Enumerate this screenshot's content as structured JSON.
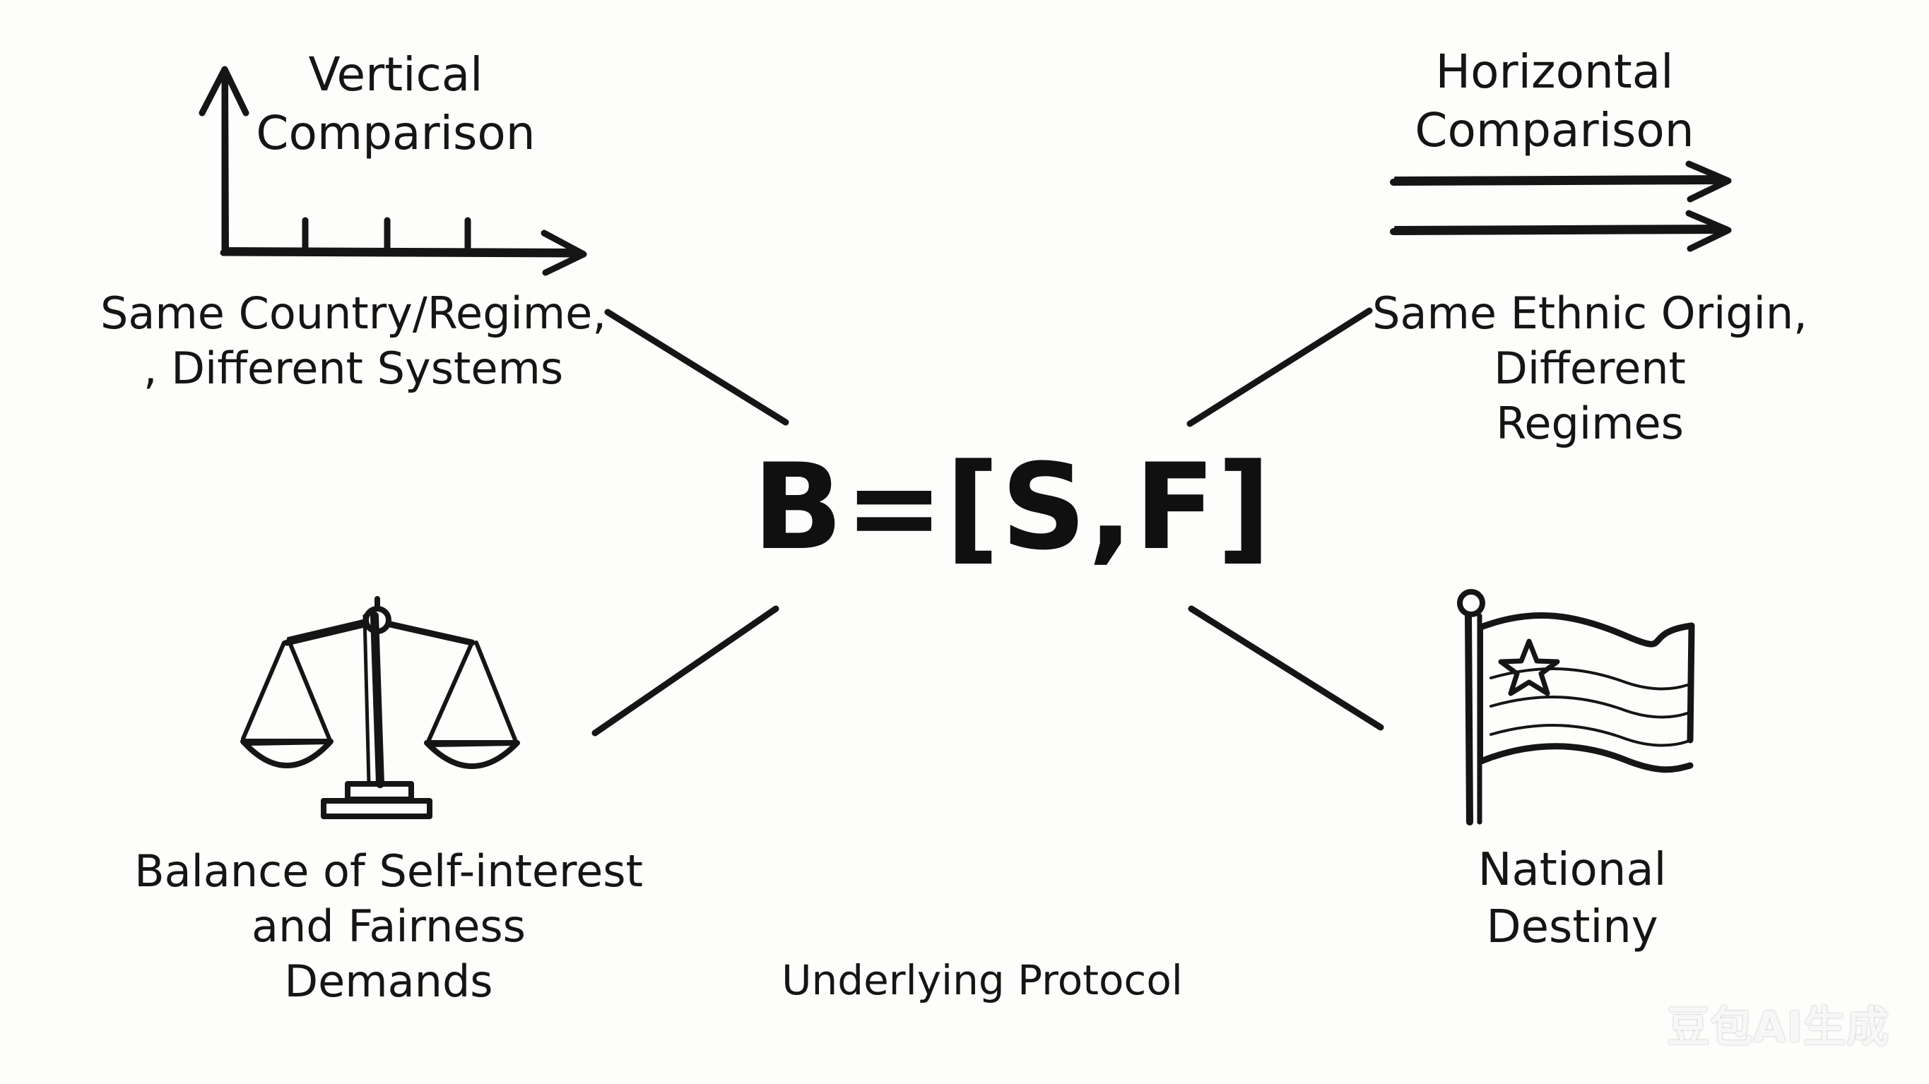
{
  "top_left": {
    "title_lines": [
      "Vertical",
      "Comparison"
    ],
    "caption_lines": [
      "Same Country/Regime,",
      ", Different Systems"
    ],
    "icon": "axes-chart-icon"
  },
  "top_right": {
    "title_lines": [
      "Horizontal",
      "Comparison"
    ],
    "caption_lines": [
      "Same Ethnic Origin,",
      "Different",
      "Regimes"
    ],
    "icon": "parallel-arrows-icon"
  },
  "center": {
    "formula": "B=[S,F]",
    "caption": "Underlying Protocol"
  },
  "bottom_left": {
    "caption_lines": [
      "Balance of Self-interest",
      "and Fairness",
      "Demands"
    ],
    "icon": "balance-scale-icon"
  },
  "bottom_right": {
    "caption_lines": [
      "National",
      "Destiny"
    ],
    "icon": "star-flag-icon"
  },
  "watermark": "豆包AI生成",
  "colors": {
    "ink": "#151515",
    "background": "#fdfdfb"
  }
}
